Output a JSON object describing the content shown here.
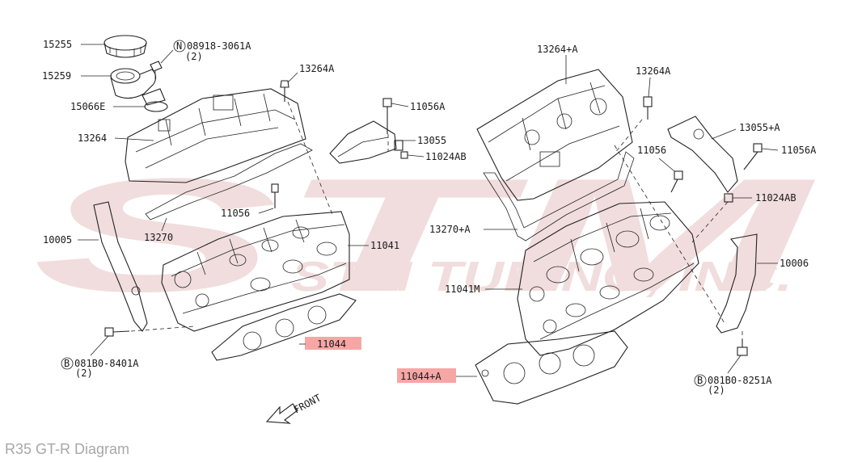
{
  "watermark": {
    "primary": "STM",
    "secondary": "STM TUNING, INC.",
    "color": "#f1dddd"
  },
  "highlight_color": "#f7a6a6",
  "labels": {
    "l15255": "15255",
    "l08918": "08918-3061A",
    "l08918_qty": "(2)",
    "l15259": "15259",
    "l13264a_left": "13264A",
    "l15066e": "15066E",
    "l11056a_mid": "11056A",
    "l13264": "13264",
    "l13055": "13055",
    "l11024ab_mid": "11024AB",
    "l13270": "13270",
    "l11056_left": "11056",
    "l10005": "10005",
    "l11041": "11041",
    "l11044": "11044",
    "l081b0_8401": "081B0-8401A",
    "l081b0_8401_qty": "(2)",
    "l13264_plus_a": "13264+A",
    "l13264a_right": "13264A",
    "l13055_plus_a": "13055+A",
    "l11056_right": "11056",
    "l11056a_right": "11056A",
    "l11024ab_right": "11024AB",
    "l13270_plus_a": "13270+A",
    "l10006": "10006",
    "l11041m": "11041M",
    "l11044_plus_a": "11044+A",
    "l081b0_8251": "081B0-8251A",
    "l081b0_8251_qty": "(2)",
    "front": "FRONT",
    "nut_symbol": "N",
    "bolt_symbol_left": "B",
    "bolt_symbol_right": "B"
  },
  "caption": "R35 GT-R Diagram"
}
